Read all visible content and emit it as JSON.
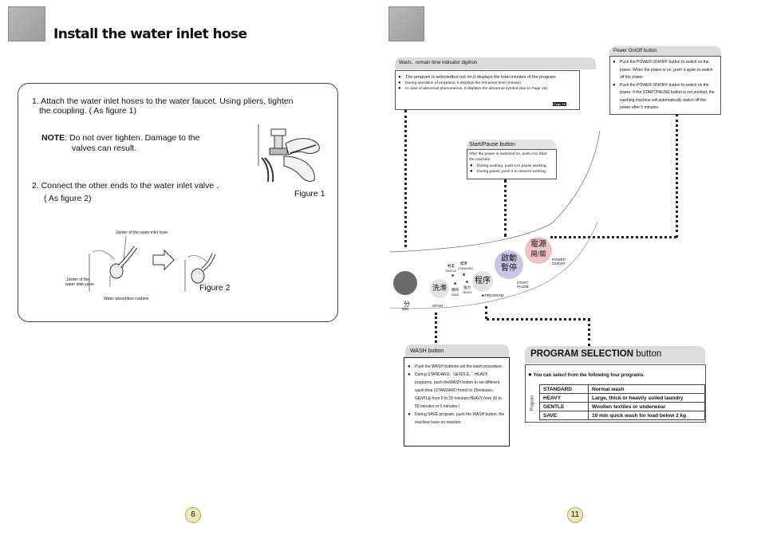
{
  "left_page": {
    "title": "Install the water inlet hose",
    "step1": "1. Attach the water inlet hoses to the water faucet. Using pliers, tighten",
    "step1b": "the coupling.  ( As figure 1)",
    "note_label": "NOTE",
    "note_text1": ":  Do not over tighten. Damage to the",
    "note_text2": "valves can result.",
    "step2": "2. Connect the  other ends to the water inlet valve .",
    "step2b": "( As figure 2)",
    "figure1_label": "Figure 1",
    "figure2_label": "Figure 2",
    "fig2_jointer_hose": "Jointer of the water inlet hose",
    "fig2_jointer_valve1": "Jointer  of  the",
    "fig2_jointer_valve2": "water inlet valve",
    "fig2_cushion": "Water absorption cushion",
    "page_number": "6"
  },
  "right_page": {
    "page_number": "11",
    "wash_indicator": {
      "header": "Wash、remain time indicator digitron",
      "items": [
        "The program is selectedbut not on,It displays the total minutes of the program",
        "During operation of programs, it displays the remained time (minute).",
        "In case of abnormal phenomenon, it displays the abnormal symbol (see to Page 16)"
      ],
      "page_tag": "Page 16"
    },
    "power_button": {
      "header": "Power On/Off  button",
      "items": [
        "Push the  POWER ON/OFF  button to switch on the power. When the power is on, push it again  to switch off the power.",
        "Push the  POWER ON/OFF  button to switch on the power. If the  START/PAUSE  button is not pushed, the washing machine will automatically switch off the power after 5 minutes."
      ]
    },
    "start_pause": {
      "header": "Start/Pause  button",
      "intro": "After the power is switched on, push it to Start the machine",
      "items": [
        "During working, push it to pause working.",
        "During pause, push it to resume working."
      ]
    },
    "panel": {
      "power_cjk1": "電源",
      "power_cjk2": "開/關",
      "power_en1": "POWER",
      "power_en2": "ON/OFF",
      "start_cjk1": "啟動",
      "start_cjk2": "暫停",
      "start_en1": "START",
      "start_en2": "PAUSE",
      "program_cjk": "程序",
      "program_en": "PROGRAM",
      "wash_cjk": "洗滌",
      "wash_en": "WASH",
      "min_cjk": "分",
      "min_en": "MIN",
      "gentle_cjk": "輕柔",
      "gentle_en": "GENTLE",
      "standard_cjk": "標準",
      "standard_en": "STANDARD",
      "save_cjk": "節約",
      "save_en": "SAVE",
      "heavy_cjk": "強力",
      "heavy_en": "HEAVY"
    },
    "wash_button": {
      "header": "WASH button",
      "items": [
        "Push the  WASH  buttonto set  the wash procedure.",
        "During   STANDARD、GENTLE、 HEAVY programs, push theWASH button to set different  wash time (STANDARD from0 to 25minutes， GENTLE from 0 to 15 minutes;HEAVY from 30 to 50 minutes or 0 minutes )",
        "During SAVE program, push the WASH button, the machine have no reaction."
      ]
    },
    "program_selection": {
      "header_bold": "PROGRAM SELECTION",
      "header_rest": " button",
      "intro": "You can select from the following four programs.",
      "side_label": "Program",
      "rows": [
        {
          "name": "STANDARD",
          "desc": "Normal wash"
        },
        {
          "name": "HEAVY",
          "desc": "Large, thick or heavily soiled laundry"
        },
        {
          "name": "GENTLE",
          "desc": "Woollen textiles or underwear"
        },
        {
          "name": "SAVE",
          "desc": "10 min quick wash for load below 2 kg"
        }
      ]
    }
  }
}
